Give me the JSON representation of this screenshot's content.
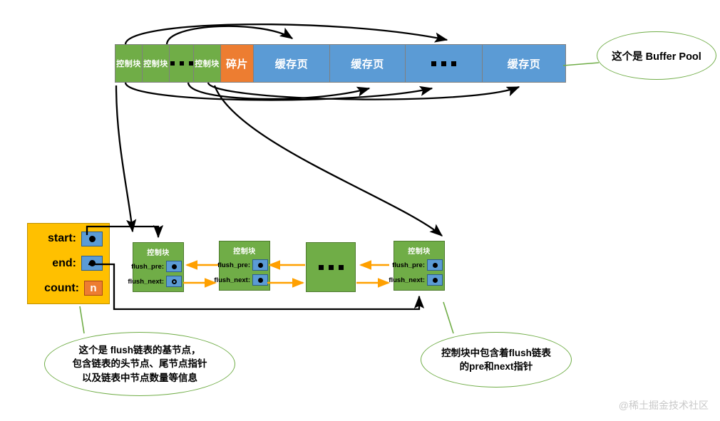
{
  "diagram": {
    "title": "InnoDB Buffer Pool flush list diagram",
    "colors": {
      "green": "#70AD47",
      "blue": "#5B9BD5",
      "orange": "#ED7D31",
      "amber": "#FFC000",
      "callout_border": "#70AD47",
      "flush_arrow": "#FFA000",
      "pointer_arrow": "#000000"
    }
  },
  "buffer_pool": {
    "cells": [
      {
        "label": "控制块",
        "kind": "control-block"
      },
      {
        "label": "控制块",
        "kind": "control-block"
      },
      {
        "label": "",
        "kind": "ellipsis-green"
      },
      {
        "label": "控制块",
        "kind": "control-block"
      },
      {
        "label": "碎片",
        "kind": "fragment"
      },
      {
        "label": "缓存页",
        "kind": "cache-page"
      },
      {
        "label": "缓存页",
        "kind": "cache-page"
      },
      {
        "label": "",
        "kind": "ellipsis-blue"
      },
      {
        "label": "缓存页",
        "kind": "cache-page"
      }
    ]
  },
  "base_node": {
    "rows": [
      {
        "label": "start:",
        "value_kind": "pointer-filled"
      },
      {
        "label": "end:",
        "value_kind": "pointer-filled"
      },
      {
        "label": "count:",
        "value_kind": "count",
        "value": "n"
      }
    ]
  },
  "flush_list": {
    "nodes": [
      {
        "title": "控制块",
        "fields": [
          {
            "label": "flush_pre:",
            "value_kind": "pointer-filled"
          },
          {
            "label": "flush_next:",
            "value_kind": "pointer-ring"
          }
        ]
      },
      {
        "title": "控制块",
        "fields": [
          {
            "label": "flush_pre:",
            "value_kind": "pointer-filled"
          },
          {
            "label": "flush_next:",
            "value_kind": "pointer-filled"
          }
        ]
      },
      {
        "title": "",
        "fields": [],
        "kind": "ellipsis-node"
      },
      {
        "title": "控制块",
        "fields": [
          {
            "label": "flush_pre:",
            "value_kind": "pointer-filled"
          },
          {
            "label": "flush_next:",
            "value_kind": "pointer-filled"
          }
        ]
      }
    ]
  },
  "callouts": {
    "buffer_pool": "这个是 Buffer Pool",
    "base_node_lines": [
      "这个是 flush链表的基节点，",
      "包含链表的头节点、尾节点指针",
      "以及链表中节点数量等信息"
    ],
    "control_block_lines": [
      "控制块中包含着flush链表",
      "的pre和next指针"
    ]
  },
  "watermark": "@稀土掘金技术社区"
}
